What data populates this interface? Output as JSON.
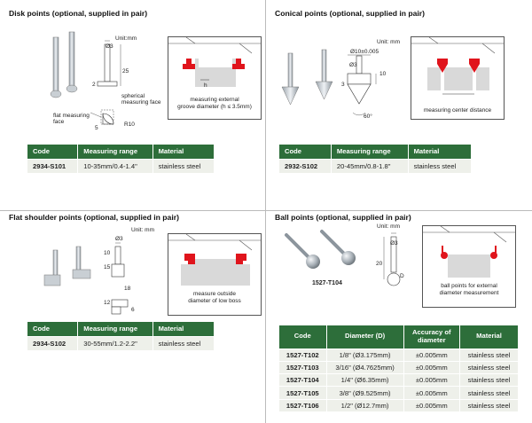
{
  "disk": {
    "title": "Disk points (optional, supplied in pair)",
    "unit": "Unit:mm",
    "dim_a": "Ø3",
    "dim_b": "25",
    "dim_c": "2",
    "dim_d": "5",
    "dim_e": "R10",
    "label_spherical": "spherical\nmeasuring face",
    "label_flat": "flat measuring\nface",
    "diagram_h": "h",
    "caption": "measuring external\ngroove diameter (h ≤ 3.5mm)",
    "headers": [
      "Code",
      "Measuring range",
      "Material"
    ],
    "row": [
      "2934-S101",
      "10-35mm/0.4-1.4\"",
      "stainless steel"
    ]
  },
  "conical": {
    "title": "Conical points (optional, supplied in pair)",
    "unit": "Unit: mm",
    "dim_a": "Ø10±0.005",
    "dim_b": "Ø3",
    "dim_c": "10",
    "dim_d": "3",
    "dim_e": "60°",
    "caption": "measuring center distance",
    "headers": [
      "Code",
      "Measuring range",
      "Material"
    ],
    "row": [
      "2932-S102",
      "20-45mm/0.8-1.8\"",
      "stainless steel"
    ]
  },
  "flat": {
    "title": "Flat shoulder points (optional, supplied in pair)",
    "unit": "Unit: mm",
    "dim_a": "Ø3",
    "dim_b": "10",
    "dim_c": "15",
    "dim_d": "18",
    "dim_e": "12",
    "dim_f": "6",
    "caption": "measure outside\ndiameter of low boss",
    "headers": [
      "Code",
      "Measuring range",
      "Material"
    ],
    "row": [
      "2934-S102",
      "30-55mm/1.2-2.2\"",
      "stainless steel"
    ]
  },
  "ball": {
    "title": "Ball points (optional, supplied in pair)",
    "unit": "Unit: mm",
    "dim_a": "Ø3",
    "dim_b": "20",
    "dim_c": "D",
    "model": "1527-T104",
    "caption": "ball points for external\ndiameter measurement",
    "headers": [
      "Code",
      "Diameter (D)",
      "Accuracy of\ndiameter",
      "Material"
    ],
    "rows": [
      [
        "1527-T102",
        "1/8\" (Ø3.175mm)",
        "±0.005mm",
        "stainless steel"
      ],
      [
        "1527-T103",
        "3/16\" (Ø4.7625mm)",
        "±0.005mm",
        "stainless steel"
      ],
      [
        "1527-T104",
        "1/4\" (Ø6.35mm)",
        "±0.005mm",
        "stainless steel"
      ],
      [
        "1527-T105",
        "3/8\" (Ø9.525mm)",
        "±0.005mm",
        "stainless steel"
      ],
      [
        "1527-T106",
        "1/2\" (Ø12.7mm)",
        "±0.005mm",
        "stainless steel"
      ]
    ]
  },
  "colors": {
    "header_green": "#2d6e3a",
    "cell_bg": "#eef0ea",
    "accent_red": "#e0141c"
  }
}
